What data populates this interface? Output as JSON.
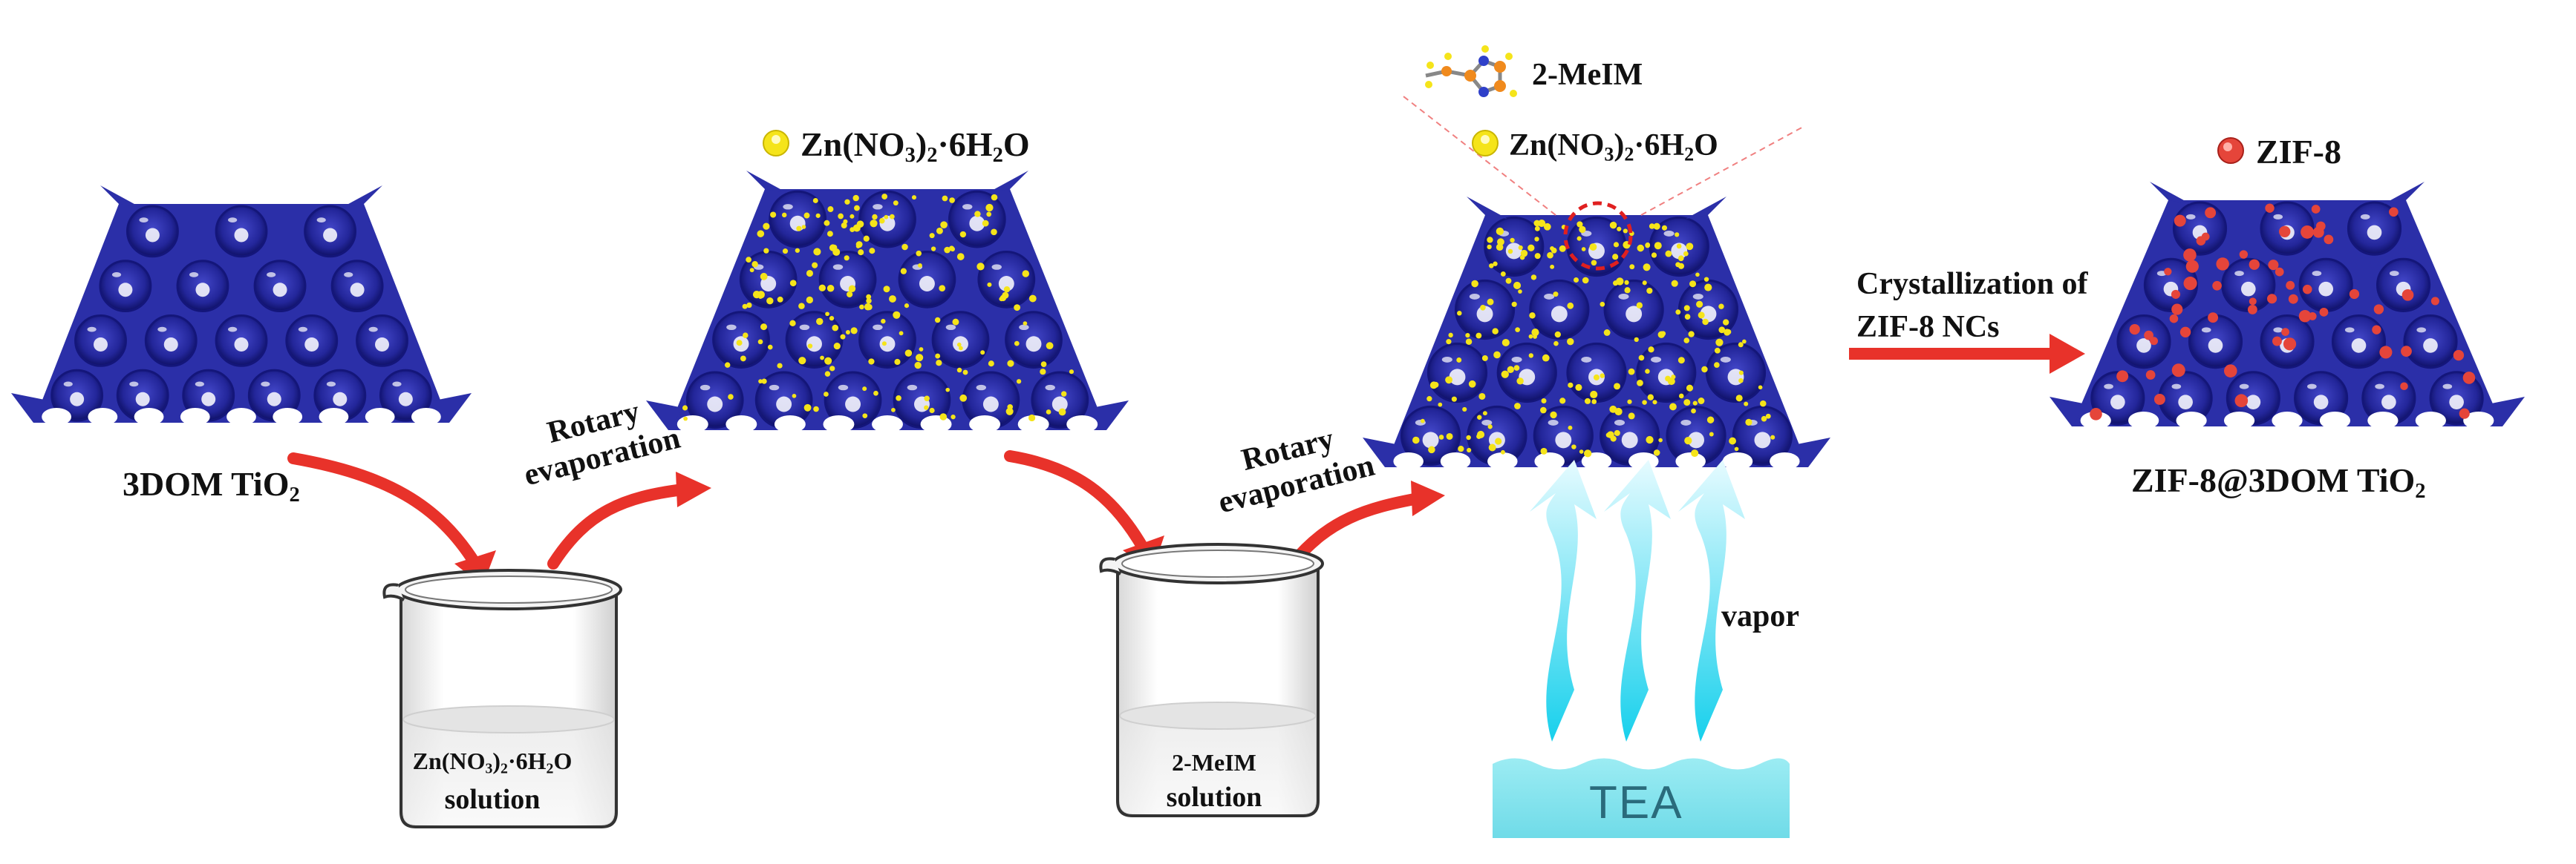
{
  "colors": {
    "framework": "#2b2fa8",
    "framework_dark": "#14167a",
    "zn_dot": "#f5e41a",
    "zif_dot": "#e5453a",
    "arrow_red": "#e8322a",
    "vapor": "#7fe3f2",
    "tea_liquid": "#8fe7f0"
  },
  "labels": {
    "tio2_name": "3DOM TiO",
    "tio2_sub": "2",
    "zn_legend": {
      "a": "Zn(NO",
      "b": "3",
      "c": ")",
      "d": "2",
      "e": "·6H",
      "f": "2",
      "g": "O"
    },
    "rotary1_line1": "Rotary",
    "rotary1_line2": "evaporation",
    "rotary2_line1": "Rotary",
    "rotary2_line2": "evaporation",
    "beaker1_line1": {
      "a": "Zn(NO",
      "b": "3",
      "c": ")",
      "d": "2",
      "e": "·6H",
      "f": "2",
      "g": "O"
    },
    "beaker1_line2": "solution",
    "beaker2_line1": "2-MeIM",
    "beaker2_line2": "solution",
    "meim_legend": "2-MeIM",
    "zn_legend2": {
      "a": "Zn(NO",
      "b": "3",
      "c": ")",
      "d": "2",
      "e": "·6H",
      "f": "2",
      "g": "O"
    },
    "vapor": "vapor",
    "tea": "TEA",
    "crystal_line1": "Crystallization of",
    "crystal_line2": "ZIF-8 NCs",
    "zif_legend": "ZIF-8",
    "product_name": "ZIF-8@3DOM TiO",
    "product_sub": "2"
  }
}
